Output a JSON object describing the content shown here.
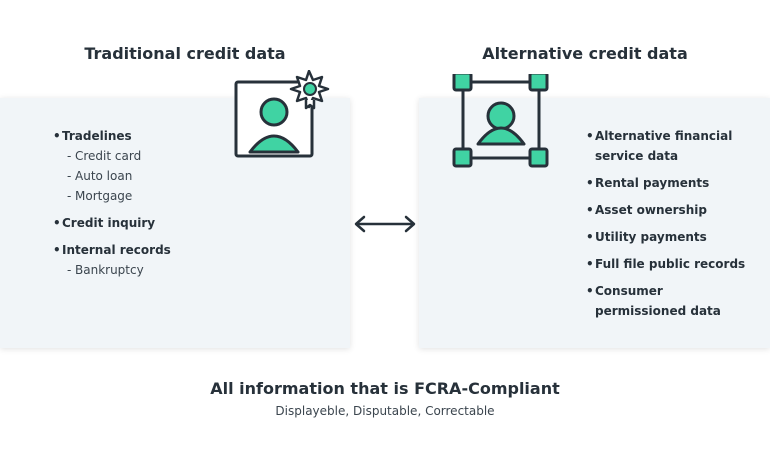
{
  "traditional": {
    "heading": "Traditional credit data",
    "items": [
      {
        "label": "Tradelines",
        "subs": [
          "Credit card",
          "Auto loan",
          "Mortgage"
        ]
      },
      {
        "label": "Credit inquiry",
        "subs": []
      },
      {
        "label": "Internal records",
        "subs": [
          "Bankruptcy"
        ]
      }
    ],
    "icon": "certified-person-icon"
  },
  "alternative": {
    "heading": "Alternative credit data",
    "items": [
      {
        "label": "Alternative financial service data"
      },
      {
        "label": "Rental payments"
      },
      {
        "label": "Asset ownership"
      },
      {
        "label": "Utility payments"
      },
      {
        "label": "Full file public records"
      },
      {
        "label": "Consumer permissioned data"
      }
    ],
    "icon": "selected-person-icon"
  },
  "connector_icon": "double-arrow-icon",
  "footer": {
    "title": "All information that is FCRA-Compliant",
    "subtitle": "Displayeble, Disputable, Correctable"
  },
  "colors": {
    "accent": "#40d3a3",
    "ink": "#27313a",
    "panel": "#f1f5f8"
  }
}
